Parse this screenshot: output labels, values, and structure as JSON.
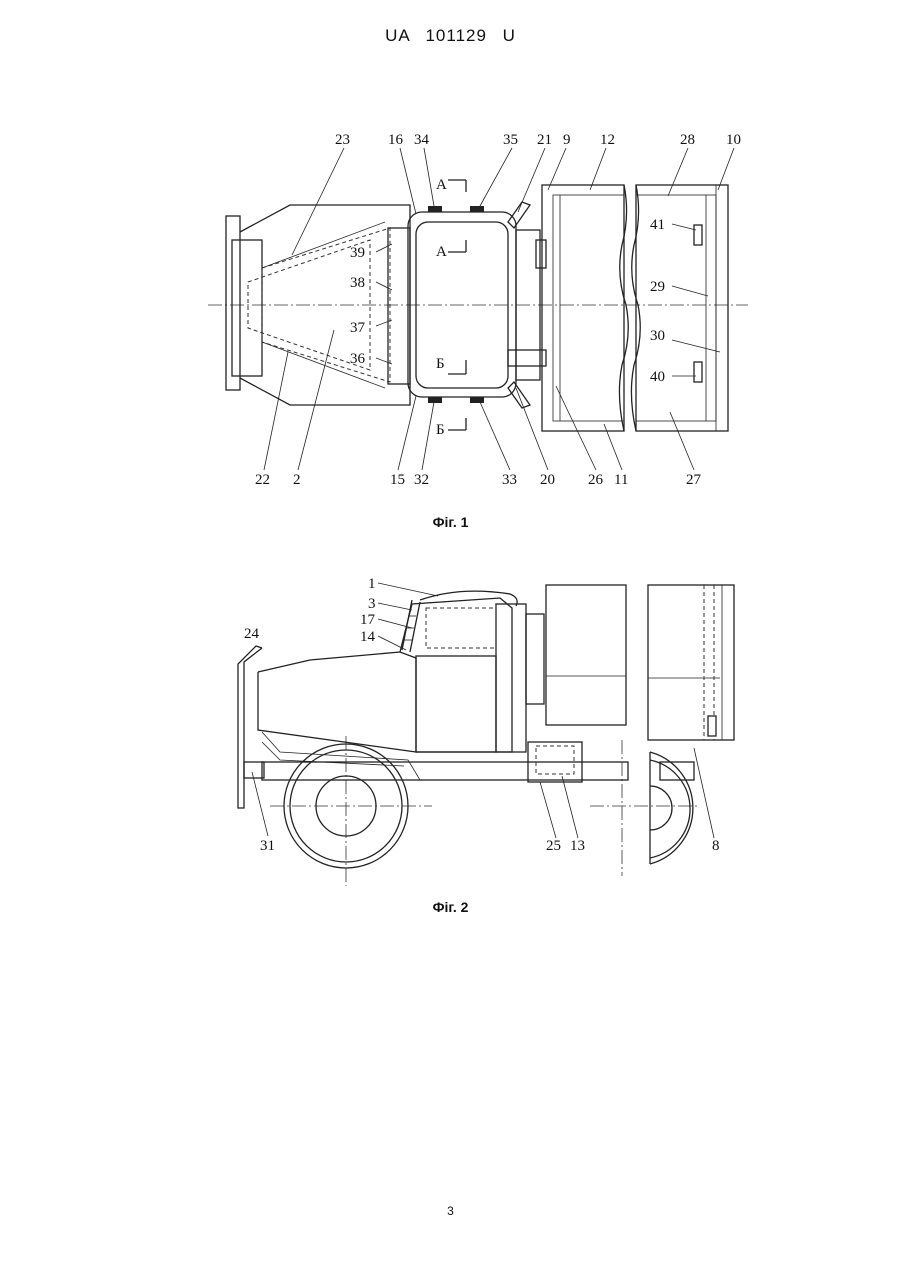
{
  "header": "UA 101129 U",
  "page_number": "3",
  "figures": [
    {
      "caption": "Фіг. 1",
      "labels": [
        "23",
        "16",
        "34",
        "35",
        "21",
        "9",
        "12",
        "28",
        "10",
        "39",
        "38",
        "37",
        "36",
        "41",
        "29",
        "30",
        "40",
        "22",
        "2",
        "15",
        "32",
        "33",
        "20",
        "26",
        "11",
        "27"
      ],
      "section_marks": [
        "А",
        "А",
        "Б",
        "Б"
      ]
    },
    {
      "caption": "Фіг. 2",
      "labels": [
        "1",
        "3",
        "17",
        "14",
        "24",
        "31",
        "25",
        "13",
        "8"
      ]
    }
  ]
}
